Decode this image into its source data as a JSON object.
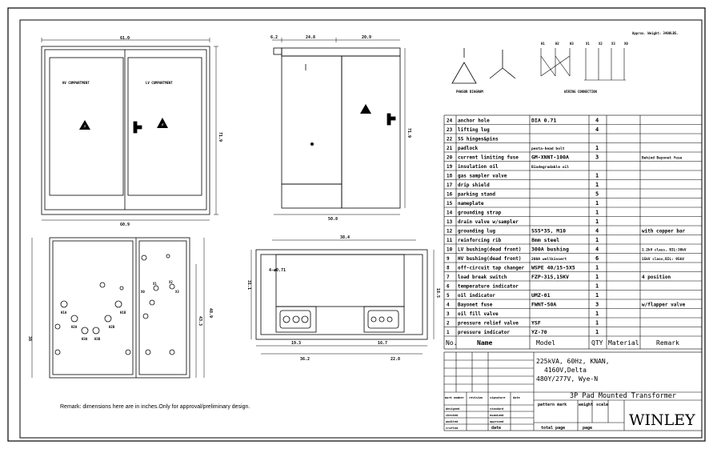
{
  "approx_weight": "Approx. Weight: 3400LBS.",
  "remark": "Remark: dimensions here are in inches.Only for approval/preliminary design.",
  "front_view": {
    "width": "61.0",
    "height": "71.9",
    "base_width": "60.9",
    "hv_label": "HV COMPARTMENT",
    "lv_label": "LV COMPARTMENT"
  },
  "side_view": {
    "dim_a": "6.2",
    "dim_b": "24.8",
    "dim_c": "20.9",
    "height": "71.9",
    "base_width": "50.8"
  },
  "bottom_view": {
    "dim_right": "48.9",
    "dim_inner": "43.3",
    "dim_left": "38",
    "labels": [
      "H1A",
      "H2A",
      "H3A",
      "H1B",
      "H2B",
      "H3B",
      "X1",
      "X2",
      "X3",
      "X0"
    ]
  },
  "top_view": {
    "dim_top": "38.4",
    "dim_left": "31.1",
    "dim_right": "18.5",
    "dim_hole": "4-ø0.71",
    "dim_b1": "19.3",
    "dim_b2": "16.7",
    "dim_b3": "36.2",
    "dim_b4": "22.8"
  },
  "diagram_labels": {
    "phasor": "PHASOR DIAGRAM",
    "wiring": "WIRING CONNECTION",
    "wiring_top": [
      "H1",
      "H2",
      "H3",
      "X1",
      "X2",
      "X3",
      "X0"
    ]
  },
  "parts_header": {
    "no": "No.",
    "name": "Name",
    "model": "Model",
    "qty": "QTY",
    "material": "Material",
    "remark": "Remark"
  },
  "parts": [
    {
      "no": "24",
      "name": "anchor hole",
      "model": "DIA 0.71",
      "qty": "4",
      "material": "",
      "remark": ""
    },
    {
      "no": "23",
      "name": "lifting lug",
      "model": "",
      "qty": "4",
      "material": "",
      "remark": ""
    },
    {
      "no": "22",
      "name": "SS hinges&pins",
      "model": "",
      "qty": "",
      "material": "",
      "remark": ""
    },
    {
      "no": "21",
      "name": "padlock",
      "model": "penta-head bolt",
      "qty": "1",
      "material": "",
      "remark": ""
    },
    {
      "no": "20",
      "name": "current limiting fuse",
      "model": "GM-XNNT-100A",
      "qty": "3",
      "material": "",
      "remark": "Behind Bayonet fuse"
    },
    {
      "no": "19",
      "name": "insulation oil",
      "model": "Biodegradable oil",
      "qty": "",
      "material": "",
      "remark": ""
    },
    {
      "no": "18",
      "name": "gas sampler valve",
      "model": "",
      "qty": "1",
      "material": "",
      "remark": ""
    },
    {
      "no": "17",
      "name": "drip shield",
      "model": "",
      "qty": "1",
      "material": "",
      "remark": ""
    },
    {
      "no": "16",
      "name": "parking stand",
      "model": "",
      "qty": "5",
      "material": "",
      "remark": ""
    },
    {
      "no": "15",
      "name": "nameplate",
      "model": "",
      "qty": "1",
      "material": "",
      "remark": ""
    },
    {
      "no": "14",
      "name": "grounding strap",
      "model": "",
      "qty": "1",
      "material": "",
      "remark": ""
    },
    {
      "no": "13",
      "name": "drain valve w/sampler",
      "model": "",
      "qty": "1",
      "material": "",
      "remark": ""
    },
    {
      "no": "12",
      "name": "grounding lug",
      "model": "SS5*35, M10",
      "qty": "4",
      "material": "",
      "remark": "with copper bar"
    },
    {
      "no": "11",
      "name": "reinforcing rib",
      "model": "8mm steel",
      "qty": "1",
      "material": "",
      "remark": ""
    },
    {
      "no": "10",
      "name": "LV bushing(dead front)",
      "model": "300A bushing",
      "qty": "4",
      "material": "",
      "remark": "1.2kV class, BIL:30kV"
    },
    {
      "no": "9",
      "name": "HV bushing(dead front)",
      "model": "200A wellkinsert",
      "qty": "6",
      "material": "",
      "remark": "15kV class,BIL: 95kV"
    },
    {
      "no": "8",
      "name": "off-circuit tap changer",
      "model": "WSPE 40/15-5X5",
      "qty": "1",
      "material": "",
      "remark": ""
    },
    {
      "no": "7",
      "name": "load break switch",
      "model": "FZP-315,15KV",
      "qty": "1",
      "material": "",
      "remark": "4 position"
    },
    {
      "no": "6",
      "name": "temperature indicator",
      "model": "",
      "qty": "1",
      "material": "",
      "remark": ""
    },
    {
      "no": "5",
      "name": "oil indicator",
      "model": "UMZ-01",
      "qty": "1",
      "material": "",
      "remark": ""
    },
    {
      "no": "4",
      "name": "Bayonet fuse",
      "model": "FWNT-50A",
      "qty": "3",
      "material": "",
      "remark": "w/flapper valve"
    },
    {
      "no": "3",
      "name": "oil fill valve",
      "model": "",
      "qty": "1",
      "material": "",
      "remark": ""
    },
    {
      "no": "2",
      "name": "pressure relief valve",
      "model": "YSF",
      "qty": "1",
      "material": "",
      "remark": ""
    },
    {
      "no": "1",
      "name": "pressure indicator",
      "model": "YZ-70",
      "qty": "1",
      "material": "",
      "remark": ""
    }
  ],
  "spec": [
    "225kVA, 60Hz, KNAN,",
    "4160V,Delta",
    "480Y/277V, Wye-N"
  ],
  "drawing_title": "3P Pad Mounted Transformer",
  "company": "WINLEY",
  "title_block": {
    "mark_number": "mark number",
    "revision": "revision",
    "signature": "signature",
    "date": "date",
    "designed": "designed",
    "checked": "checked",
    "audited": "audited",
    "crafted": "crafted",
    "standard": "standard",
    "examined": "examined",
    "approved": "approved",
    "date2": "date",
    "pattern_mark": "pattern mark",
    "weight": "weight",
    "scale": "scale",
    "total_page": "total page",
    "page": "page"
  }
}
